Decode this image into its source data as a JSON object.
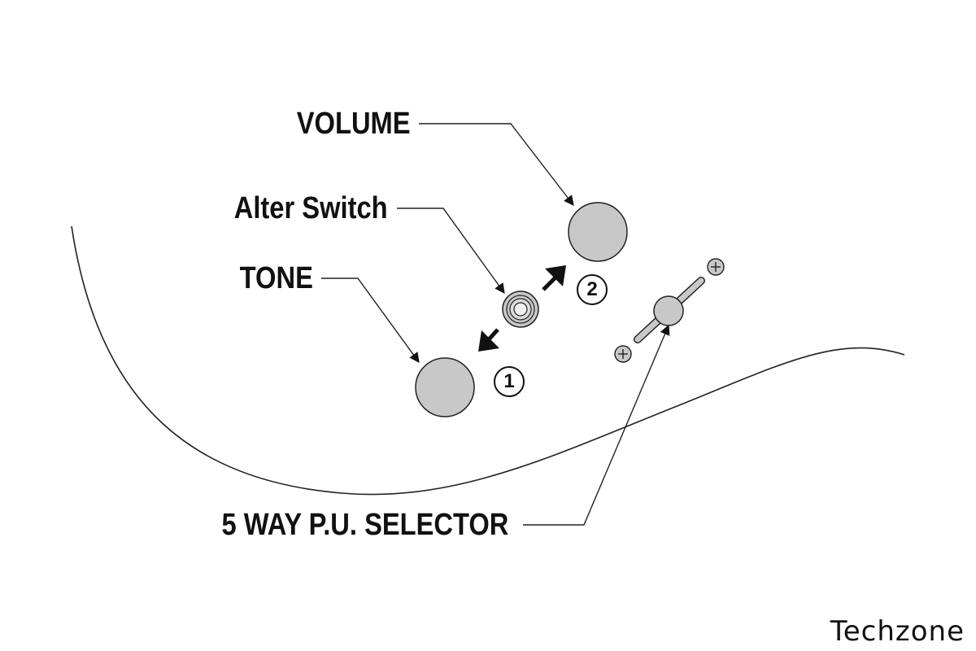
{
  "labels": {
    "volume": "VOLUME",
    "alter_switch": "Alter Switch",
    "tone": "TONE",
    "selector": "5 WAY P.U. SELECTOR"
  },
  "positions": {
    "one": "1",
    "two": "2"
  },
  "brand": "Techzone",
  "colors": {
    "knob_fill": "#c8c8c8",
    "line": "#222222",
    "background": "#ffffff"
  }
}
